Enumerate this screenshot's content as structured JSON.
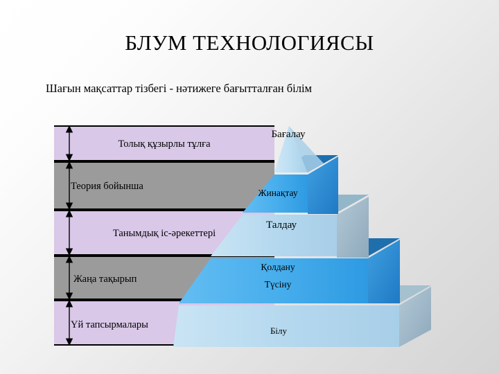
{
  "slide": {
    "title": "БЛУМ ТЕХНОЛОГИЯСЫ",
    "subtitle": "Шағын мақсаттар тізбегі - нәтижеге бағытталған білім",
    "background_colors": {
      "top_left": "#ffffff",
      "bottom_right": "#d4d4d4"
    }
  },
  "stage_table": {
    "row_colors": {
      "lavender": "#d9c8e8",
      "gray": "#9b9b9b",
      "border": "#000000"
    },
    "rows": [
      {
        "label": "Толық құзырлы тұлға",
        "fill": "lavender"
      },
      {
        "label": "Теория бойынша",
        "fill": "gray"
      },
      {
        "label": "Танымдық іс-әрекеттері",
        "fill": "lavender"
      },
      {
        "label": "Жаңа тақырып",
        "fill": "gray"
      },
      {
        "label": "Үй тапсырмалары",
        "fill": "lavender"
      }
    ]
  },
  "arrow_column": {
    "icon": "double-headed-vertical-arrow",
    "segments": 5,
    "color": "#000000"
  },
  "pyramid": {
    "shape": "3d-stepped-pyramid",
    "colors": {
      "light_face": "#b9dcf0",
      "dark_face": "#4eb3ef",
      "light_side": "#9fb8c9",
      "dark_side": "#2f8fd4",
      "top_edge_dark": "#1c6fae",
      "top_edge_light": "#93b6c9"
    },
    "levels": [
      {
        "label": "Бағалау",
        "tone": "light"
      },
      {
        "label": "Жинақтау",
        "tone": "dark"
      },
      {
        "label": "Талдау",
        "tone": "light"
      },
      {
        "label": "Қолдану",
        "tone": "dark"
      },
      {
        "label": "Түсіну",
        "tone": "dark"
      },
      {
        "label": "Білу",
        "tone": "light"
      }
    ]
  }
}
